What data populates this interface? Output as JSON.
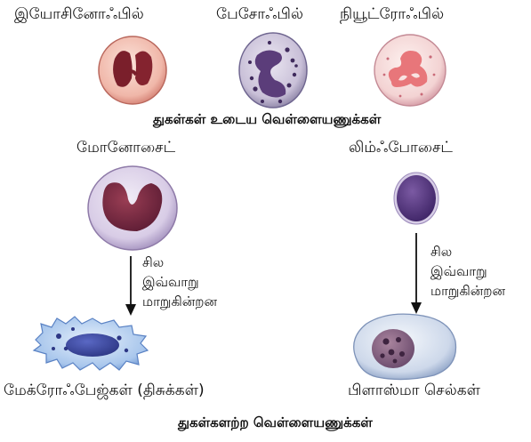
{
  "granulocytes": {
    "eosinophil": "இயோசினோஃபில்",
    "basophil": "பேசோஃபில்",
    "neutrophil": "நியூட்ரோஃபில்",
    "caption": "துகள்கள் உடைய வெள்ளையணுக்கள்"
  },
  "agranulocytes": {
    "monocyte": "மோனோசைட்",
    "lymphocyte": "லிம்ஃபோசைட்",
    "macrophage": "மேக்ரோஃபேஜ்கள் (திசுக்கள்)",
    "plasma_cell": "பிளாஸ்மா செல்கள்",
    "caption": "துகள்களற்ற வெள்ளையணுக்கள்"
  },
  "transition_note": {
    "line1": "சில",
    "line2": "இவ்வாறு",
    "line3": "மாறுகின்றன"
  },
  "colors": {
    "text": "#111111",
    "cytoplasm_pink": "#f4c9c0",
    "nucleus_dark": "#7a1f2b",
    "basophil_purple": "#5b3d7a",
    "monocyte_lilac": "#c9b8d8",
    "plasma_blue": "#cdd8ea"
  }
}
